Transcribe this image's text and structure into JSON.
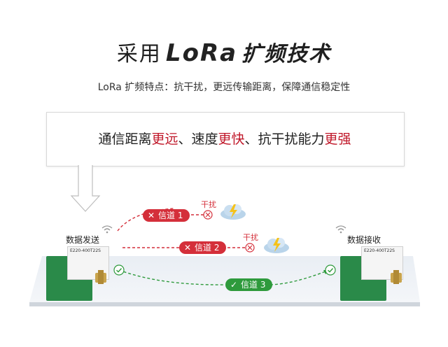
{
  "header": {
    "title_prefix": "采用",
    "title_brand": "LoRa",
    "title_suffix": "扩频技术",
    "subtitle": "LoRa 扩频特点：抗干扰，更远传输距离，保障通信稳定性"
  },
  "feature": {
    "parts": [
      "通信距离",
      "更远",
      "、速度",
      "更快",
      "、抗干扰能力",
      "更强"
    ]
  },
  "left_node": {
    "label": "数据发送",
    "model": "E220-400T22S"
  },
  "right_node": {
    "label": "数据接收",
    "model": "E220-400T22S"
  },
  "channels": [
    {
      "label": "信道 1",
      "status": "blocked",
      "interference": "干扰"
    },
    {
      "label": "信道 2",
      "status": "blocked",
      "interference": "干扰"
    },
    {
      "label": "信道 3",
      "status": "ok"
    }
  ],
  "colors": {
    "blocked": "#d42f3a",
    "ok": "#2e9a3c",
    "highlight": "#c0182a"
  },
  "icons": {
    "interference": "cloud-lightning-icon",
    "blocked": "cross-icon",
    "ok": "check-icon",
    "signal": "wifi-icon"
  }
}
